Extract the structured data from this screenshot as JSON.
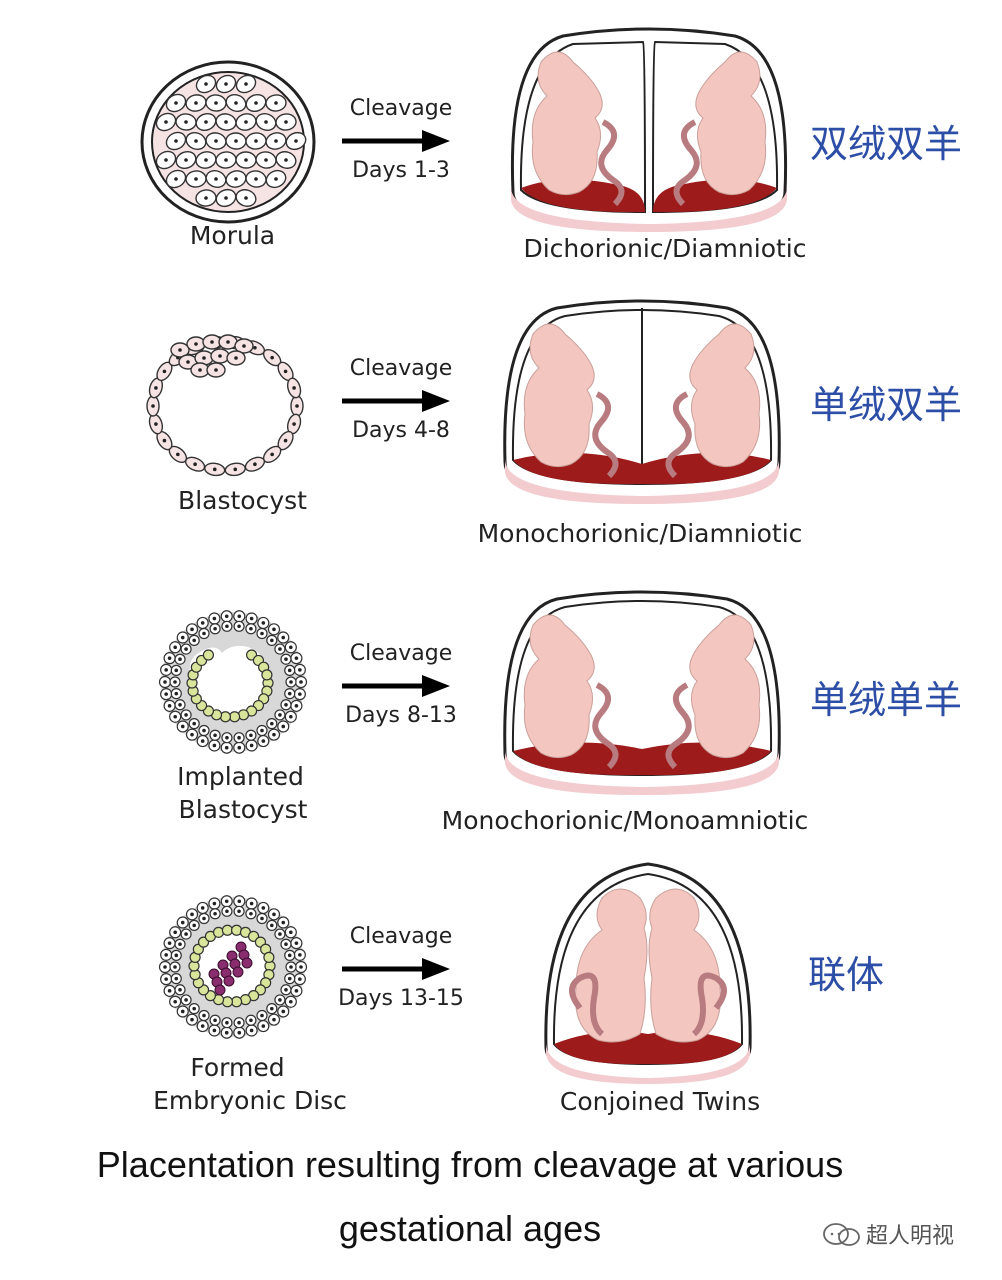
{
  "rows": [
    {
      "stage": "Morula",
      "arrow_top": "Cleavage",
      "arrow_bottom": "Days 1-3",
      "result": "Dichorionic/Diamniotic",
      "cn": "双绒双羊"
    },
    {
      "stage": "Blastocyst",
      "arrow_top": "Cleavage",
      "arrow_bottom": "Days 4-8",
      "result": "Monochorionic/Diamniotic",
      "cn": "单绒双羊"
    },
    {
      "stage_line1": "Implanted",
      "stage_line2": "Blastocyst",
      "arrow_top": "Cleavage",
      "arrow_bottom": "Days 8-13",
      "result": "Monochorionic/Monoamniotic",
      "cn": "单绒单羊"
    },
    {
      "stage_line1": "Formed",
      "stage_line2": "Embryonic Disc",
      "arrow_top": "Cleavage",
      "arrow_bottom": "Days 13-15",
      "result": "Conjoined Twins",
      "cn": "联体"
    }
  ],
  "caption_line1": "Placentation resulting from cleavage at various",
  "caption_line2": "gestational ages",
  "watermark": "超人明视",
  "colors": {
    "accent_cn": "#2c4ea6",
    "placenta": "#9e1b1b",
    "fetus": "#f3c6c0",
    "cell": "#f6e3e4",
    "yolk": "#d8e59a",
    "disc": "#8a2d6e"
  }
}
